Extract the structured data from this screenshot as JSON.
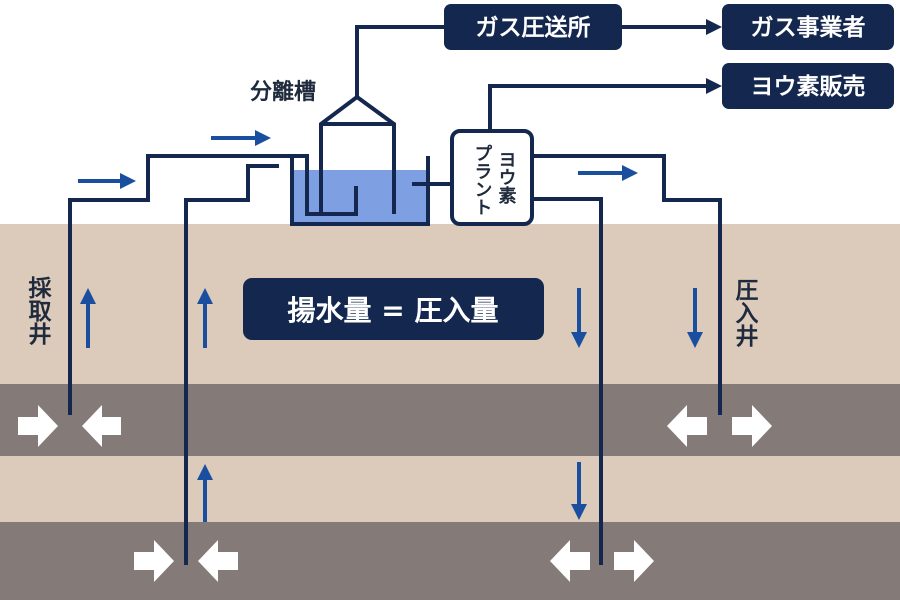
{
  "labels": {
    "gas_compression": "ガス圧送所",
    "gas_company": "ガス事業者",
    "iodine_sales": "ヨウ素販売",
    "separation_tank": "分離槽",
    "iodine_plant_col1": "ヨウ素",
    "iodine_plant_col2": "プラント",
    "production_well": "採取井",
    "injection_well": "圧入井",
    "balance_equation": "揚水量 = 圧入量"
  },
  "colors": {
    "navy": "#14284f",
    "flow_blue": "#1a4fa0",
    "tank_water": "#7f9fe3",
    "soil_light": "#dccbba",
    "soil_dark": "#847b78",
    "text_white": "#ffffff",
    "text_dark": "#1f2a3c"
  },
  "icons": {
    "flow_arrow": "flow-arrow-icon",
    "water_inflow": "water-inflow-arrow-icon",
    "water_outflow": "water-outflow-arrow-icon"
  }
}
